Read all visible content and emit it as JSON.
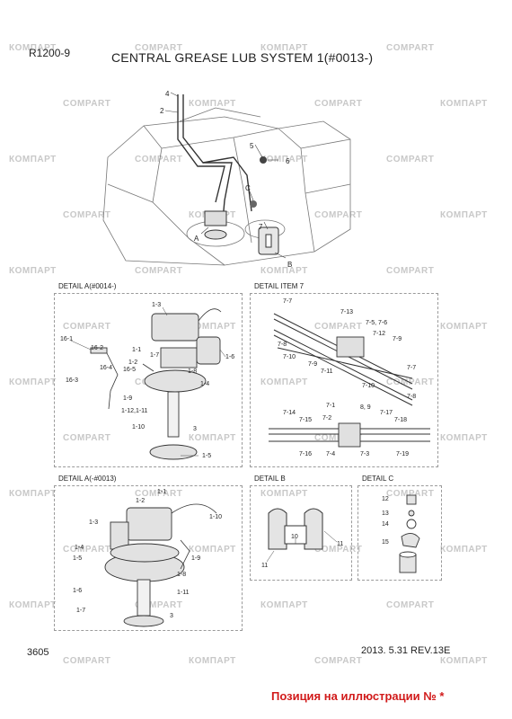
{
  "page_code": "R1200-9",
  "title": "CENTRAL GREASE LUB SYSTEM 1(#0013-)",
  "page_number": "3605",
  "date_rev": "2013. 5.31  REV.13E",
  "note": "Позиция на иллюстрации № *",
  "watermark_words": [
    "КОМПАРТ",
    "COMPART"
  ],
  "main_view": {
    "labels": [
      "4",
      "2",
      "5",
      "6",
      "C",
      "A",
      "7",
      "B"
    ]
  },
  "panels": {
    "detail_a_0014": {
      "title": "DETAIL A(#0014-)",
      "labels": [
        "1-3",
        "16-1",
        "16-2",
        "1-1",
        "1-7",
        "1-6",
        "1-2",
        "16-4",
        "16-5",
        "1-8",
        "16-3",
        "1-4",
        "1-9",
        "1-12,1-11",
        "1-10",
        "3",
        "1-5"
      ]
    },
    "detail_item7": {
      "title": "DETAIL ITEM 7",
      "labels": [
        "7-7",
        "7-13",
        "7-5, 7-6",
        "7-12",
        "7-9",
        "7-8",
        "7-10",
        "7-9",
        "7-11",
        "7-7",
        "7-10",
        "7-8",
        "7-1",
        "8, 9",
        "7-14",
        "7-15",
        "7-2",
        "7-17",
        "7-18",
        "7-16",
        "7-4",
        "7-3",
        "7-19"
      ]
    },
    "detail_a_0013": {
      "title": "DETAIL A(-#0013)",
      "labels": [
        "1-1",
        "1-2",
        "1-3",
        "1-10",
        "1-4",
        "1-5",
        "1-9",
        "1-8",
        "1-6",
        "1-11",
        "1-7",
        "3"
      ]
    },
    "detail_b": {
      "title": "DETAIL B",
      "labels": [
        "10",
        "11",
        "11"
      ]
    },
    "detail_c": {
      "title": "DETAIL C",
      "labels": [
        "12",
        "13",
        "14",
        "15"
      ]
    }
  }
}
